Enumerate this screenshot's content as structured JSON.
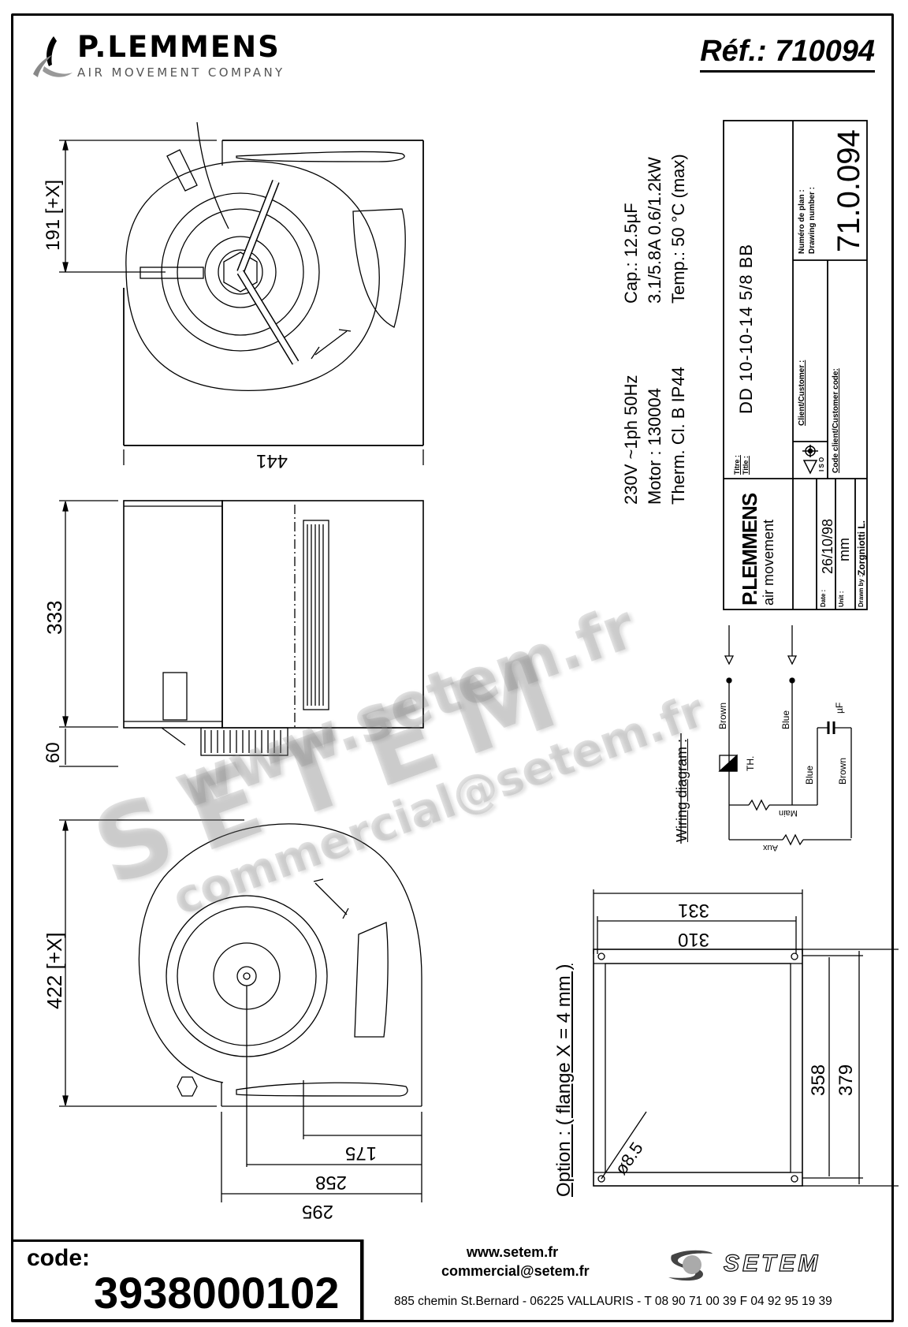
{
  "header": {
    "brand_name": "P.LEMMENS",
    "brand_tagline": "AIR MOVEMENT COMPANY",
    "reference": "Réf.: 710094"
  },
  "views": {
    "front_view": {
      "dim_vertical": "191  [+X]",
      "dim_horizontal": "441"
    },
    "side_view": {
      "dim_height": "333",
      "dim_bottom": "60"
    },
    "rear_view": {
      "dim_vertical": "422  [+X]",
      "dim_175": "175",
      "dim_258": "258",
      "dim_295": "295"
    },
    "flange_option": {
      "label": "Option :  ( flange X = 4 mm )",
      "dim_331": "331",
      "dim_310": "310",
      "dim_358": "358",
      "dim_379": "379",
      "hole": "ø8.5"
    }
  },
  "specs": {
    "col1": [
      "230V  ~1ph   50Hz",
      "Motor : 130004",
      "Therm. Cl. B    IP44"
    ],
    "col2": [
      "Cap.: 12.5µF",
      "3.1/5.8A    0.6/1.2kW",
      "Temp.: 50 °C (max)"
    ]
  },
  "title_block": {
    "title_label_fr": "Titre :",
    "title_label_en": "Title :",
    "title_value": "DD 10-10-14  5/8  BB",
    "customer_label": "Client/Customer :",
    "customer_code_label": "Code client/Customer code:",
    "iso_label": "I S O",
    "drawing_number_label_fr": "Numéro de plan :",
    "drawing_number_label_en": "Drawing number :",
    "drawing_number": "71.0.094",
    "company": "P.LEMMENS",
    "company_sub": "air movement",
    "date_label": "Date :",
    "date": "26/10/98",
    "unit_label": "Unit :",
    "unit": "mm",
    "drawn_label": "Drawn by :",
    "drawn_by": "Zorgniotti L."
  },
  "wiring": {
    "title": "Wiring diagram :",
    "labels": {
      "brown_top": "Brown",
      "blue_top": "Blue",
      "th": "TH.",
      "blue_cap": "Blue",
      "brown_cap": "Brown",
      "cap_unit": "µF",
      "main": "Main",
      "aux": "Aux"
    }
  },
  "footer": {
    "code_label": "code:",
    "code_value": "3938000102",
    "website": "www.setem.fr",
    "email": "commercial@setem.fr",
    "address": "885 chemin St.Bernard  -  06225 VALLAURIS  -  T 08 90 71 00 39   F 04 92 95 19 39",
    "partner_logo": "SETEM"
  },
  "watermark": {
    "line1": "www.setem.fr",
    "line2": "SETEM",
    "line3": "commercial@setem.fr"
  }
}
